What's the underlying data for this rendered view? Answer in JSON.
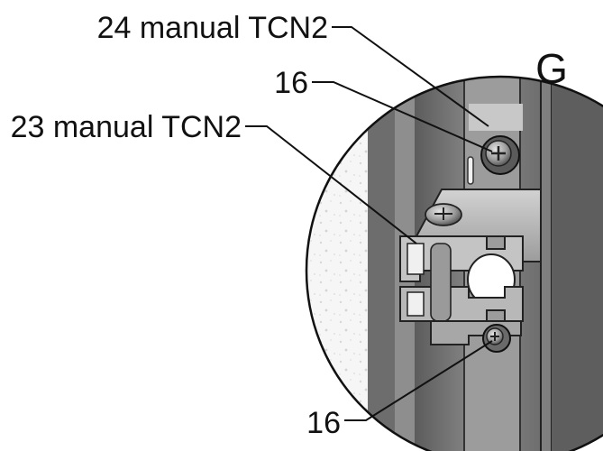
{
  "view_letter": "G",
  "callouts": {
    "top_manual": "24 manual TCN2",
    "upper_ref": "16",
    "middle_manual": "23 manual TCN2",
    "lower_ref": "16"
  },
  "colors": {
    "ink": "#111111",
    "wall": "#f4f4f4",
    "panel_dark": "#7a7a7a",
    "panel_mid": "#9a9a9a",
    "bracket": "#b5b5b5",
    "screw": "#8c8c8c"
  },
  "icons": [
    "phillips-screw-icon",
    "cable-clamp-icon"
  ]
}
